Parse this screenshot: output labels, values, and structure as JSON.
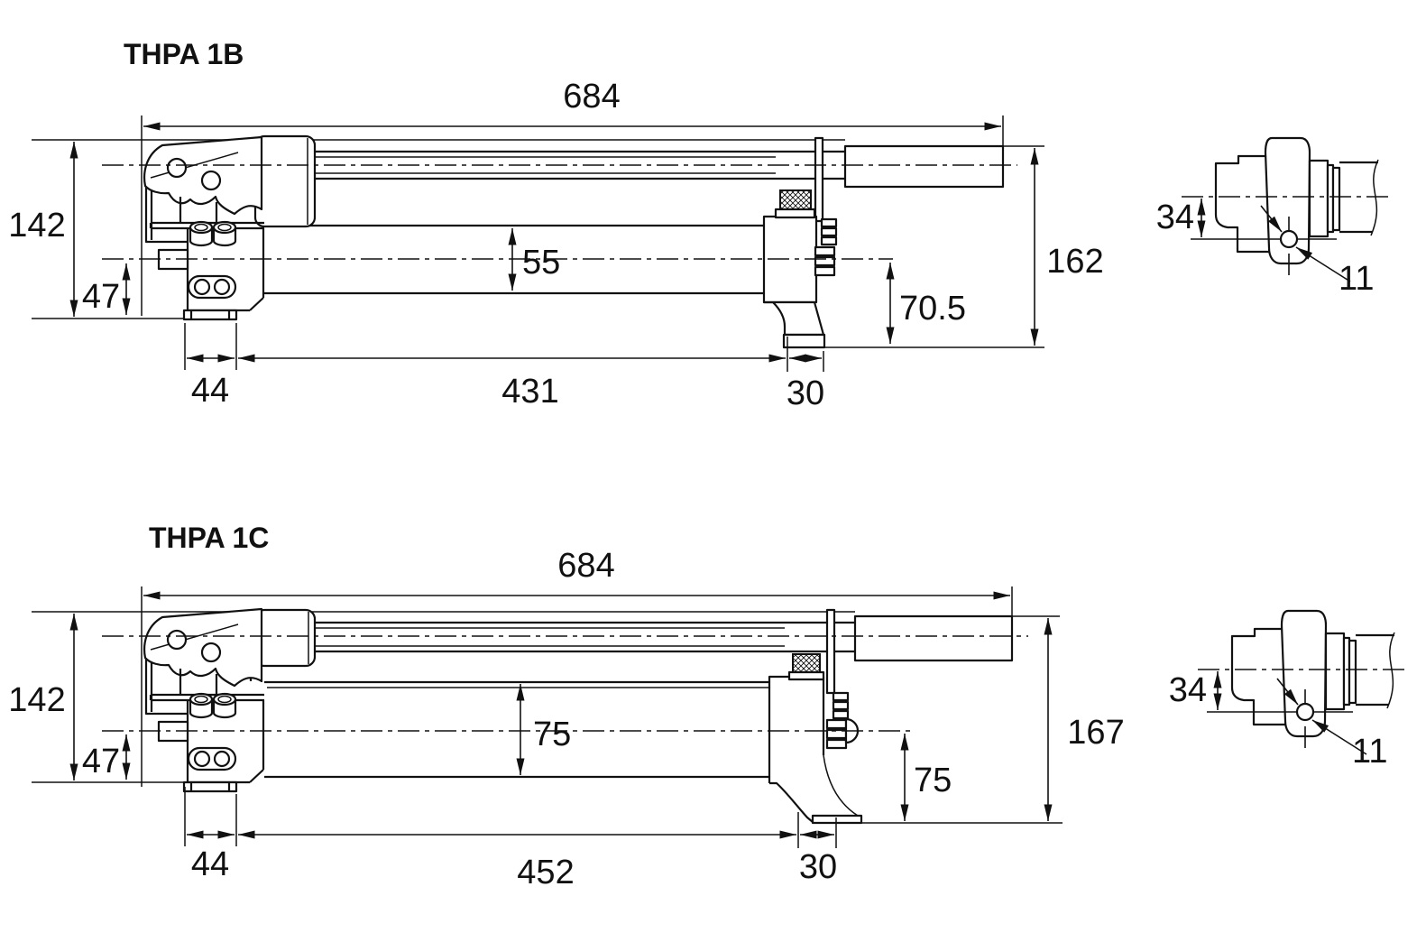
{
  "page": {
    "background": "#ffffff",
    "line_color": "#111111",
    "kind": "dimensioned engineering drawing, hydraulic hand pumps"
  },
  "drawings": [
    {
      "title": "THPA 1B",
      "dims": {
        "overall_length": "684",
        "overall_height_left": "142",
        "port_center_height": "47",
        "base_width": "44",
        "cylinder_length": "431",
        "foot_width": "30",
        "cylinder_diameter": "55",
        "outlet_center_height": "70.5",
        "overall_height_right": "162"
      },
      "detail": {
        "pivot_offset": "34",
        "hole_diameter": "11"
      }
    },
    {
      "title": "THPA 1C",
      "dims": {
        "overall_length": "684",
        "overall_height_left": "142",
        "port_center_height": "47",
        "base_width": "44",
        "cylinder_length": "452",
        "foot_width": "30",
        "cylinder_diameter": "75",
        "outlet_center_height": "75",
        "overall_height_right": "167"
      },
      "detail": {
        "pivot_offset": "34",
        "hole_diameter": "11"
      }
    }
  ]
}
